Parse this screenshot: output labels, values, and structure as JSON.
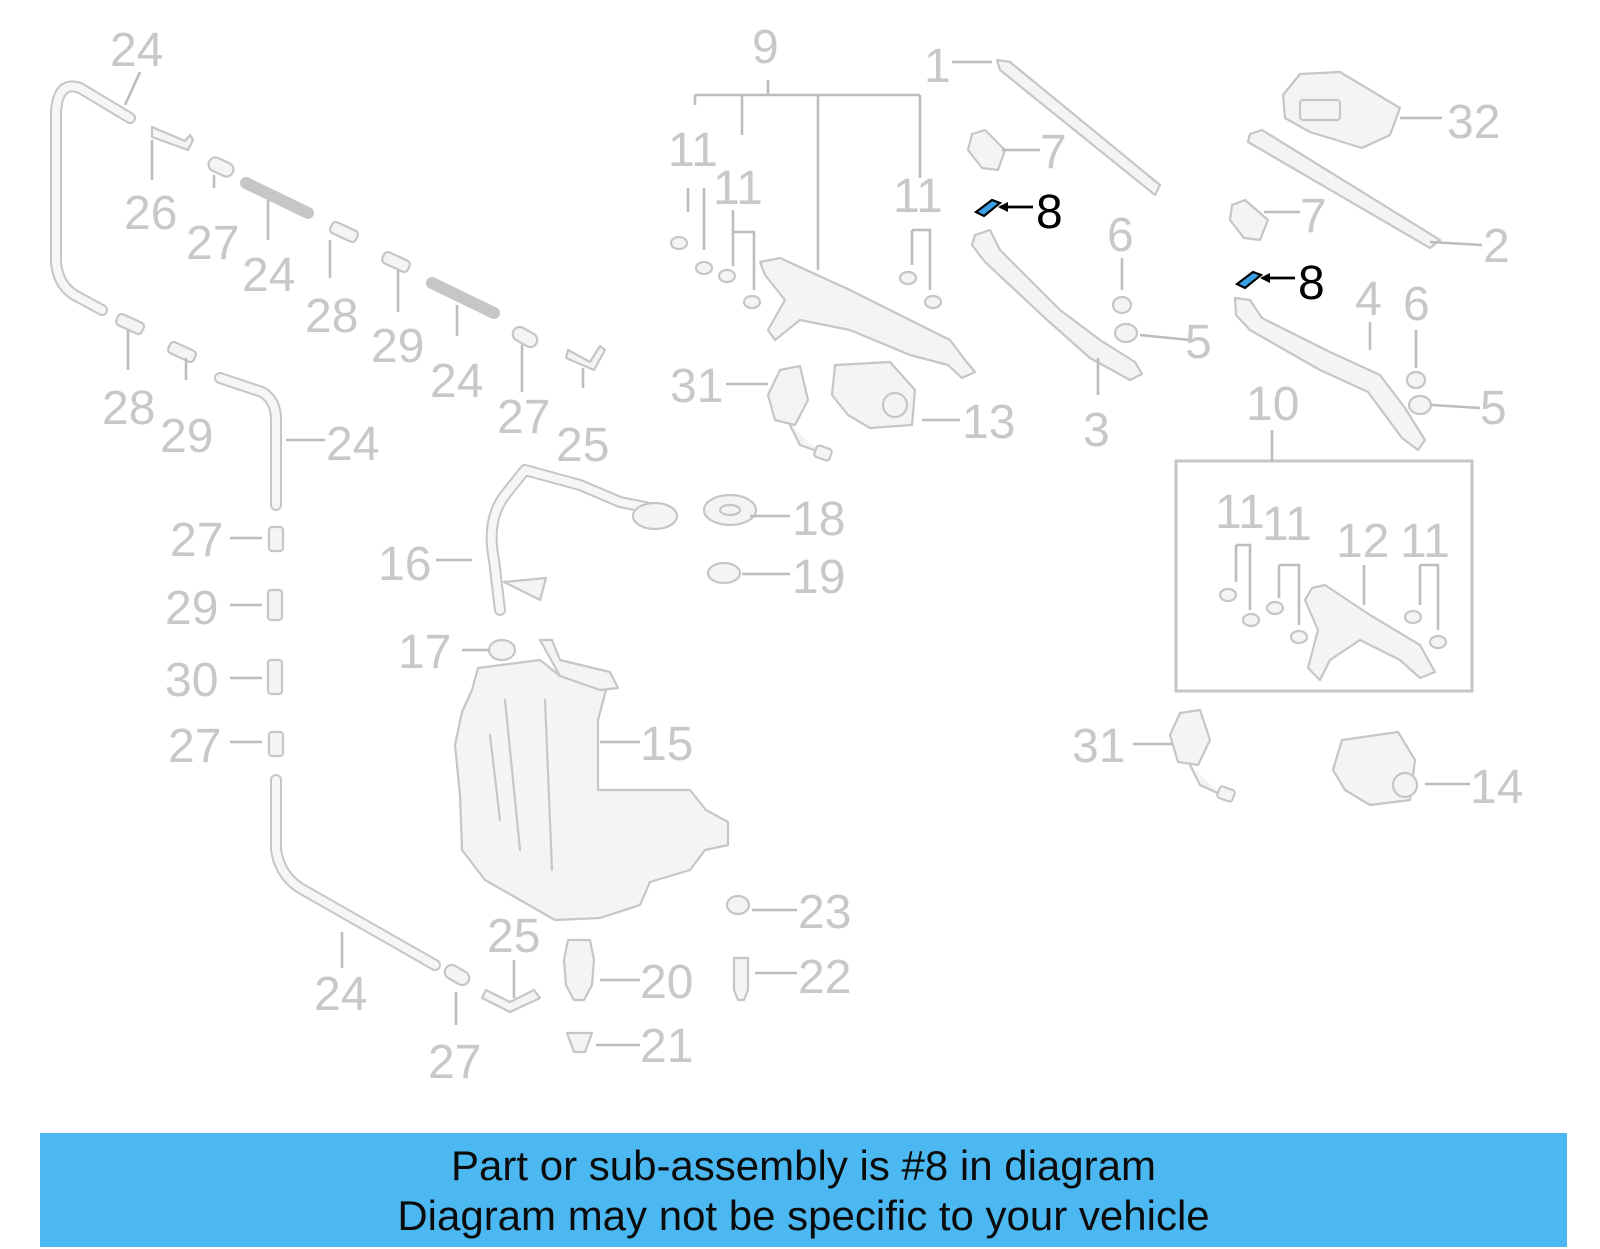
{
  "diagram": {
    "callouts": {
      "c1": "1",
      "c2": "2",
      "c3": "3",
      "c4": "4",
      "c5a": "5",
      "c5b": "5",
      "c6a": "6",
      "c6b": "6",
      "c7a": "7",
      "c7b": "7",
      "c8a": "8",
      "c8b": "8",
      "c9": "9",
      "c10": "10",
      "c11a": "11",
      "c11b": "11",
      "c11c": "11",
      "c11d": "11",
      "c11e": "11",
      "c11f": "11",
      "c12": "12",
      "c13": "13",
      "c14": "14",
      "c15": "15",
      "c16": "16",
      "c17": "17",
      "c18": "18",
      "c19": "19",
      "c20": "20",
      "c21": "21",
      "c22": "22",
      "c23": "23",
      "c24a": "24",
      "c24b": "24",
      "c24c": "24",
      "c24d": "24",
      "c24e": "24",
      "c25a": "25",
      "c25b": "25",
      "c26": "26",
      "c27a": "27",
      "c27b": "27",
      "c27c": "27",
      "c27d": "27",
      "c27e": "27",
      "c28a": "28",
      "c28b": "28",
      "c29a": "29",
      "c29b": "29",
      "c29c": "29",
      "c30": "30",
      "c31a": "31",
      "c31b": "31",
      "c32": "32"
    },
    "highlighted_part": "8",
    "highlight_color": "#3aa0e6",
    "faded_color": "#c8c8c8"
  },
  "banner": {
    "line1": "Part or sub-assembly is #8 in diagram",
    "line2": "Diagram may not be specific to your vehicle",
    "background": "#4cb8f1"
  }
}
